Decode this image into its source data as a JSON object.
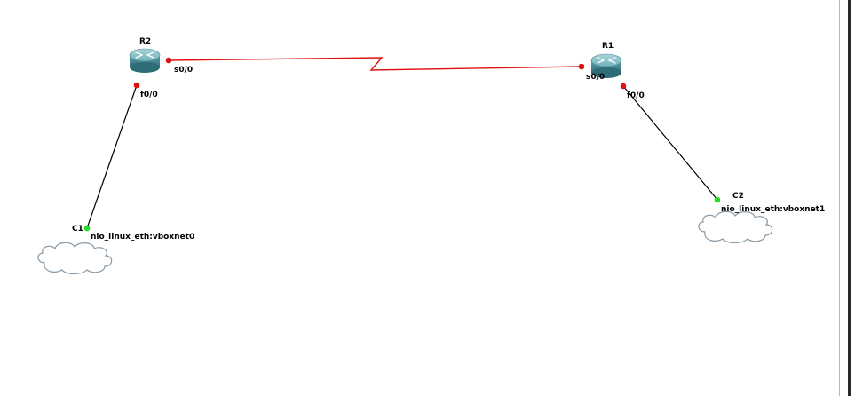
{
  "topology": {
    "routers": [
      {
        "id": "r2",
        "name": "R2",
        "icon": "router-icon"
      },
      {
        "id": "r1",
        "name": "R1",
        "icon": "router-icon"
      }
    ],
    "clouds": [
      {
        "id": "c1",
        "name": "C1",
        "port": "nio_linux_eth:vboxnet0",
        "icon": "cloud-icon"
      },
      {
        "id": "c2",
        "name": "C2",
        "port": "nio_linux_eth:vboxnet1",
        "icon": "cloud-icon"
      }
    ],
    "links": [
      {
        "id": "serial",
        "type": "serial",
        "from": "R2",
        "from_port": "s0/0",
        "to": "R1",
        "to_port": "s0/0",
        "color": "#e01010"
      },
      {
        "id": "eth-left",
        "type": "ethernet",
        "from": "R2",
        "from_port": "f0/0",
        "to": "C1",
        "to_port": "nio_linux_eth:vboxnet0",
        "color": "#000000"
      },
      {
        "id": "eth-right",
        "type": "ethernet",
        "from": "R1",
        "from_port": "f0/0",
        "to": "C2",
        "to_port": "nio_linux_eth:vboxnet1",
        "color": "#000000"
      }
    ],
    "status_colors": {
      "stopped": "#e01010",
      "started": "#22dd22"
    }
  },
  "labels": {
    "r2": "R2",
    "r1": "R1",
    "c1": "C1",
    "c2": "C2",
    "r2_s00": "s0/0",
    "r1_s00": "s0/0",
    "r2_f00": "f0/0",
    "r1_f00": "f0/0",
    "c1_port": "nio_linux_eth:vboxnet0",
    "c2_port": "nio_linux_eth:vboxnet1"
  }
}
